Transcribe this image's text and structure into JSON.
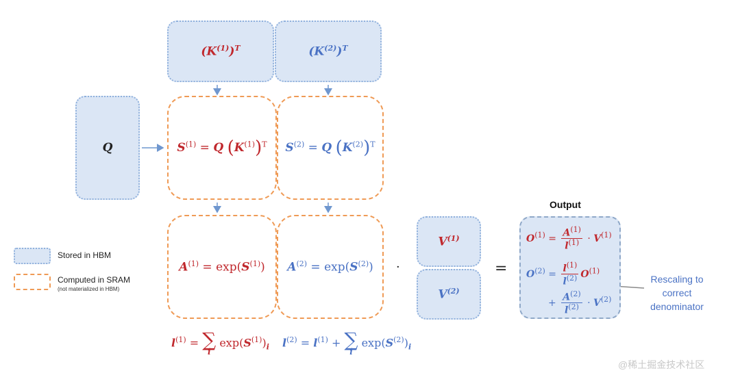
{
  "nodes": {
    "k1": "(K⁽¹⁾)ᵀ",
    "k2": "(K⁽²⁾)ᵀ",
    "q": "Q",
    "s1": "S⁽¹⁾ = Q (K⁽¹⁾)ᵀ",
    "s2": "S⁽²⁾ = Q (K⁽²⁾)ᵀ",
    "a1": "A⁽¹⁾ = exp(S⁽¹⁾)",
    "a2": "A⁽²⁾ = exp(S⁽²⁾)",
    "v1": "V⁽¹⁾",
    "v2": "V⁽²⁾",
    "l1": "l⁽¹⁾ = Σᵢ exp(S⁽¹⁾)ᵢ",
    "l2": "l⁽²⁾ = l⁽¹⁾ + Σᵢ exp(S⁽²⁾)ᵢ"
  },
  "operators": {
    "dot": "·",
    "equals": "="
  },
  "output": {
    "title": "Output",
    "o1": "O⁽¹⁾ = A⁽¹⁾ / l⁽¹⁾ · V⁽¹⁾",
    "o2": "O⁽²⁾ = l⁽¹⁾ / l⁽²⁾ O⁽¹⁾ + A⁽²⁾ / l⁽²⁾ · V⁽²⁾"
  },
  "annotation": {
    "line1": "Rescaling to",
    "line2": "correct",
    "line3": "denominator"
  },
  "legend": {
    "hbm": "Stored in HBM",
    "sram": "Computed in SRAM",
    "sram_note": "(not materialized in HBM)"
  },
  "watermark": "@稀土掘金技术社区",
  "colors": {
    "block1": "#c0282d",
    "block2": "#4a72c4",
    "hbm_fill": "#dbe6f5",
    "sram_border": "#ef9a55",
    "annotation": "#4a72c4"
  }
}
